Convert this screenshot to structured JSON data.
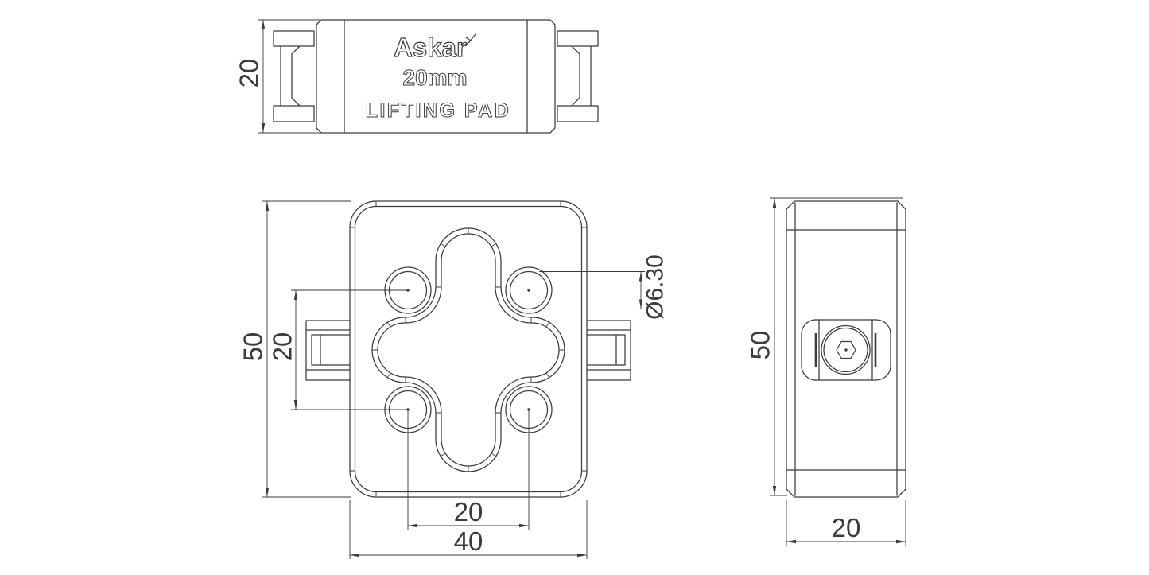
{
  "colors": {
    "line": "#3b3b3b",
    "background": "#ffffff"
  },
  "views": {
    "top_view": {
      "brand": "Askar",
      "logo_mark": "swoosh-check",
      "model": "20mm",
      "product": "LIFTING PAD",
      "dim_thickness": "20"
    },
    "front_view": {
      "dim_height": "50",
      "dim_hole_pitch_vertical": "20",
      "dim_hole_pitch_horizontal": "20",
      "dim_width": "40",
      "dim_hole_diameter": "Ø6.30"
    },
    "side_view": {
      "dim_height": "50",
      "dim_depth": "20"
    }
  }
}
